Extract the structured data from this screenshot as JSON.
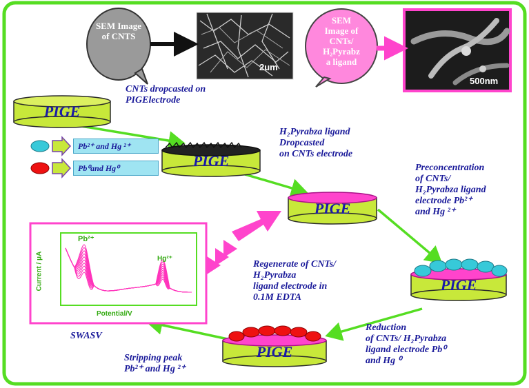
{
  "sem_cnts": {
    "bubble": "SEM Image of CNTS",
    "scale": "2um"
  },
  "sem_ligand": {
    "bubble_lines": [
      "SEM",
      "Image of",
      "CNTs/",
      "H₂Pyrabz",
      "a ligand"
    ],
    "scale": "500nm"
  },
  "steps": {
    "pige_label": "PIGE",
    "step1_lines": [
      "CNTs dropcasted on",
      "PIGElectrode"
    ],
    "step2_lines": [
      "H₂Pyrabza ligand",
      "Dropcasted",
      "on CNTs electrode"
    ],
    "step3_lines": [
      "Preconcentration",
      "of CNTs/",
      "H₂Pyrabza ligand",
      "electrode  Pb²⁺",
      "and Hg ²⁺"
    ],
    "step4_lines": [
      "Reduction",
      "of CNTs/ H₂Pyrabza",
      "ligand electrode Pb⁰",
      "and Hg ⁰"
    ],
    "step5_lines": [
      "Stripping peak",
      "Pb²⁺ and Hg ²⁺"
    ],
    "regen_lines": [
      "Regenerate of CNTs/",
      "H₂Pyrabza",
      "ligand  electrode in",
      "0.1M EDTA"
    ],
    "swasv_label": "SWASV"
  },
  "legend": {
    "ions_label": "Pb²⁺ and Hg ²⁺",
    "metals_label": "Pb⁰and Hg⁰"
  },
  "voltammogram": {
    "ylabel": "Current / μA",
    "xlabel": "Potential/V",
    "peak1": "Pb²⁺",
    "peak2": "Hg²⁺",
    "curve_count": 10
  },
  "colors": {
    "frame": "#55dd22",
    "arrow": "#55dd22",
    "electrode": "#c8e83a",
    "ion": "#37c9d9",
    "metal": "#ee1111",
    "magenta": "#ff44cc",
    "label": "#1a1a9a"
  }
}
